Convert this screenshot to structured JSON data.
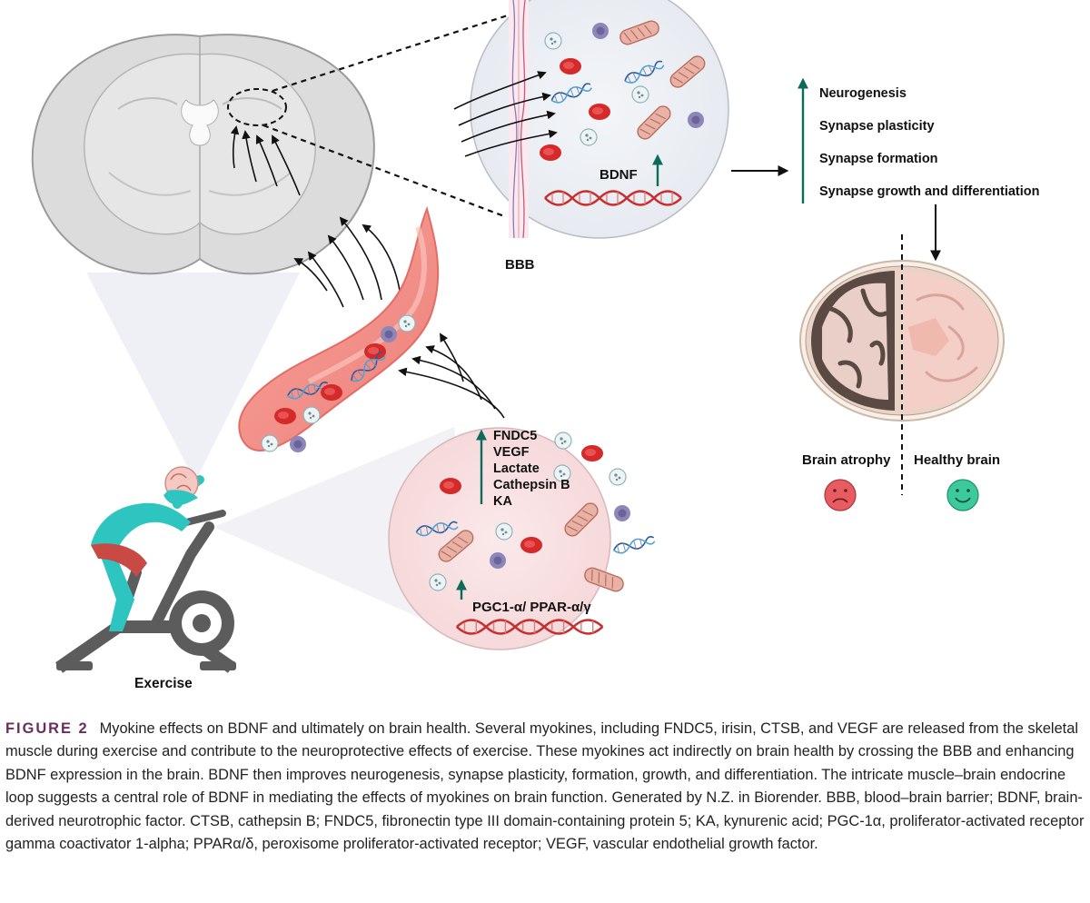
{
  "diagram": {
    "labels": {
      "bbb": "BBB",
      "bdnf": "BDNF",
      "exercise": "Exercise",
      "pgc": "PGC1-α/ PPAR-α/γ",
      "brain_atrophy": "Brain atrophy",
      "healthy_brain": "Healthy brain"
    },
    "myokines": [
      "FNDC5",
      "VEGF",
      "Lactate",
      "Cathepsin B",
      "KA"
    ],
    "effects": [
      "Neurogenesis",
      "Synapse plasticity",
      "Synapse formation",
      "Synapse growth and differentiation"
    ],
    "colors": {
      "arrow_up": "#0d6b5c",
      "blood_cell": "#d42a2a",
      "vessel": "#f08c86",
      "rider": "#2ec4c0",
      "muscle": "#c94a44",
      "sad_face": "#e85b61",
      "happy_face": "#3cc99b"
    }
  },
  "caption": {
    "figure_label": "FIGURE 2",
    "text": "Myokine effects on BDNF and ultimately on brain health. Several myokines, including FNDC5, irisin, CTSB, and VEGF are released from the skeletal muscle during exercise and contribute to the neuroprotective effects of exercise. These myokines act indirectly on brain health by crossing the BBB and enhancing BDNF expression in the brain. BDNF then improves neurogenesis, synapse plasticity, formation, growth, and differentiation. The intricate muscle–brain endocrine loop suggests a central role of BDNF in mediating the effects of myokines on brain function. Generated by N.Z. in Biorender. BBB, blood–brain barrier; BDNF, brain-derived neurotrophic factor. CTSB, cathepsin B; FNDC5, fibronectin type III domain-containing protein 5; KA, kynurenic acid; PGC-1α, proliferator-activated receptor gamma coactivator 1-alpha; PPARα/δ, peroxisome proliferator-activated receptor; VEGF, vascular endothelial growth factor."
  }
}
